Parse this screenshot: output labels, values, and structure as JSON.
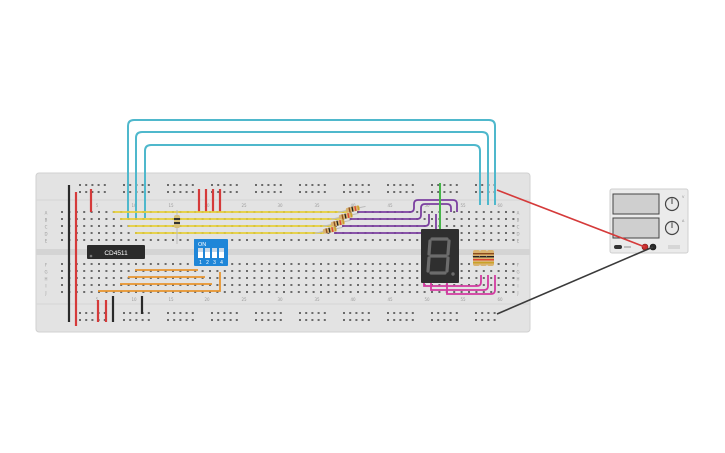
{
  "colors": {
    "breadboard": "#e3e3e3",
    "breadboard_channel": "#d4d4d4",
    "hole": "#6a6a6a",
    "rail_red": "#d53a3a",
    "rail_black": "#2a2a2a",
    "wire_yellow": "#e6cf3a",
    "wire_orange": "#e8952e",
    "wire_purple": "#7b3fa0",
    "wire_cyan": "#4fb8cc",
    "wire_magenta": "#d23aa0",
    "wire_green": "#46b549",
    "chip": "#2b2b2b",
    "dip_switch": "#1f86d8",
    "display": "#2f2f2f",
    "psu_body": "#ebebeb"
  },
  "breadboard": {
    "column_numbers": [
      "5",
      "10",
      "15",
      "20",
      "25",
      "30",
      "35",
      "40",
      "45",
      "50",
      "55",
      "60"
    ],
    "row_letters_top": [
      "A",
      "B",
      "C",
      "D",
      "E"
    ],
    "row_letters_bottom": [
      "F",
      "G",
      "H",
      "I",
      "J"
    ]
  },
  "chip": {
    "label": "CD4511"
  },
  "dip_switch": {
    "label": "ON",
    "numbers": [
      "1",
      "2",
      "3",
      "4"
    ]
  },
  "seven_segment": {
    "digit": "8"
  },
  "power_supply": {
    "side_labels": [
      "V",
      "A"
    ],
    "button_label": ""
  },
  "icons": {
    "power_button": "power-button-icon",
    "voltage_knob": "knob-icon",
    "current_knob": "knob-icon"
  }
}
